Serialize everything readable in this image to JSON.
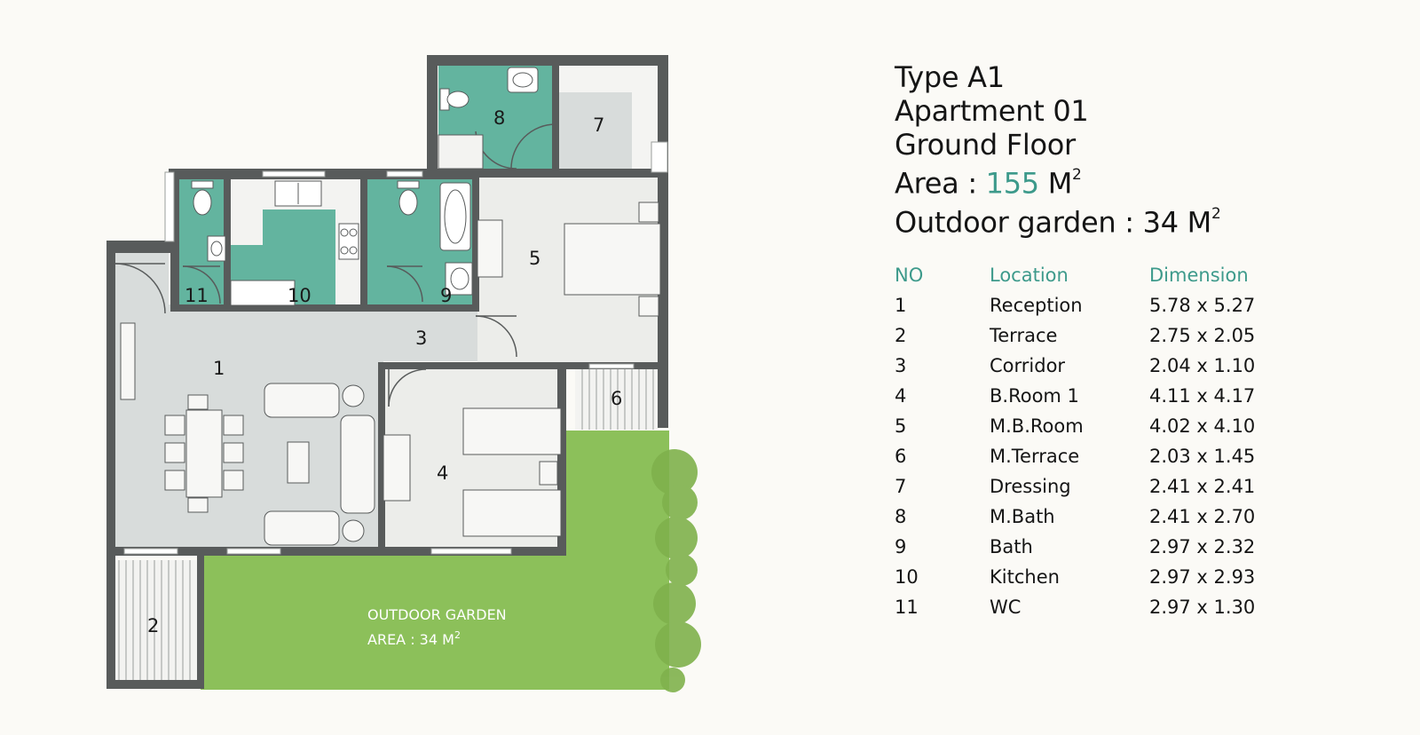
{
  "header": {
    "type": "Type A1",
    "apartment": "Apartment 01",
    "floor": "Ground Floor",
    "area_label": "Area : ",
    "area_value": "155",
    "area_unit": " M",
    "outdoor_label": "Outdoor garden : 34 M",
    "sup": "2"
  },
  "table": {
    "col_no": "NO",
    "col_location": "Location",
    "col_dimension": "Dimension",
    "rows": [
      {
        "no": "1",
        "location": "Reception",
        "dimension": "5.78 x 5.27"
      },
      {
        "no": "2",
        "location": "Terrace",
        "dimension": "2.75 x 2.05"
      },
      {
        "no": "3",
        "location": "Corridor",
        "dimension": "2.04 x 1.10"
      },
      {
        "no": "4",
        "location": "B.Room 1",
        "dimension": "4.11 x 4.17"
      },
      {
        "no": "5",
        "location": "M.B.Room",
        "dimension": "4.02 x 4.10"
      },
      {
        "no": "6",
        "location": "M.Terrace",
        "dimension": "2.03 x 1.45"
      },
      {
        "no": "7",
        "location": "Dressing",
        "dimension": "2.41 x 2.41"
      },
      {
        "no": "8",
        "location": "M.Bath",
        "dimension": "2.41 x 2.70"
      },
      {
        "no": "9",
        "location": "Bath",
        "dimension": "2.97 x 2.32"
      },
      {
        "no": "10",
        "location": "Kitchen",
        "dimension": "2.97 x 2.93"
      },
      {
        "no": "11",
        "location": "WC",
        "dimension": "2.97 x 1.30"
      }
    ]
  },
  "plan": {
    "room_numbers": [
      "1",
      "2",
      "3",
      "4",
      "5",
      "6",
      "7",
      "8",
      "9",
      "10",
      "11"
    ],
    "garden_label": "OUTDOOR GARDEN",
    "garden_area": "AREA : 34 M",
    "garden_sup": "2"
  },
  "colors": {
    "accent": "#3d9a8b",
    "wet_room": "#63b49f",
    "floor": "#d8dcdb",
    "wall": "#585b5b",
    "garden": "#8cc05a"
  }
}
